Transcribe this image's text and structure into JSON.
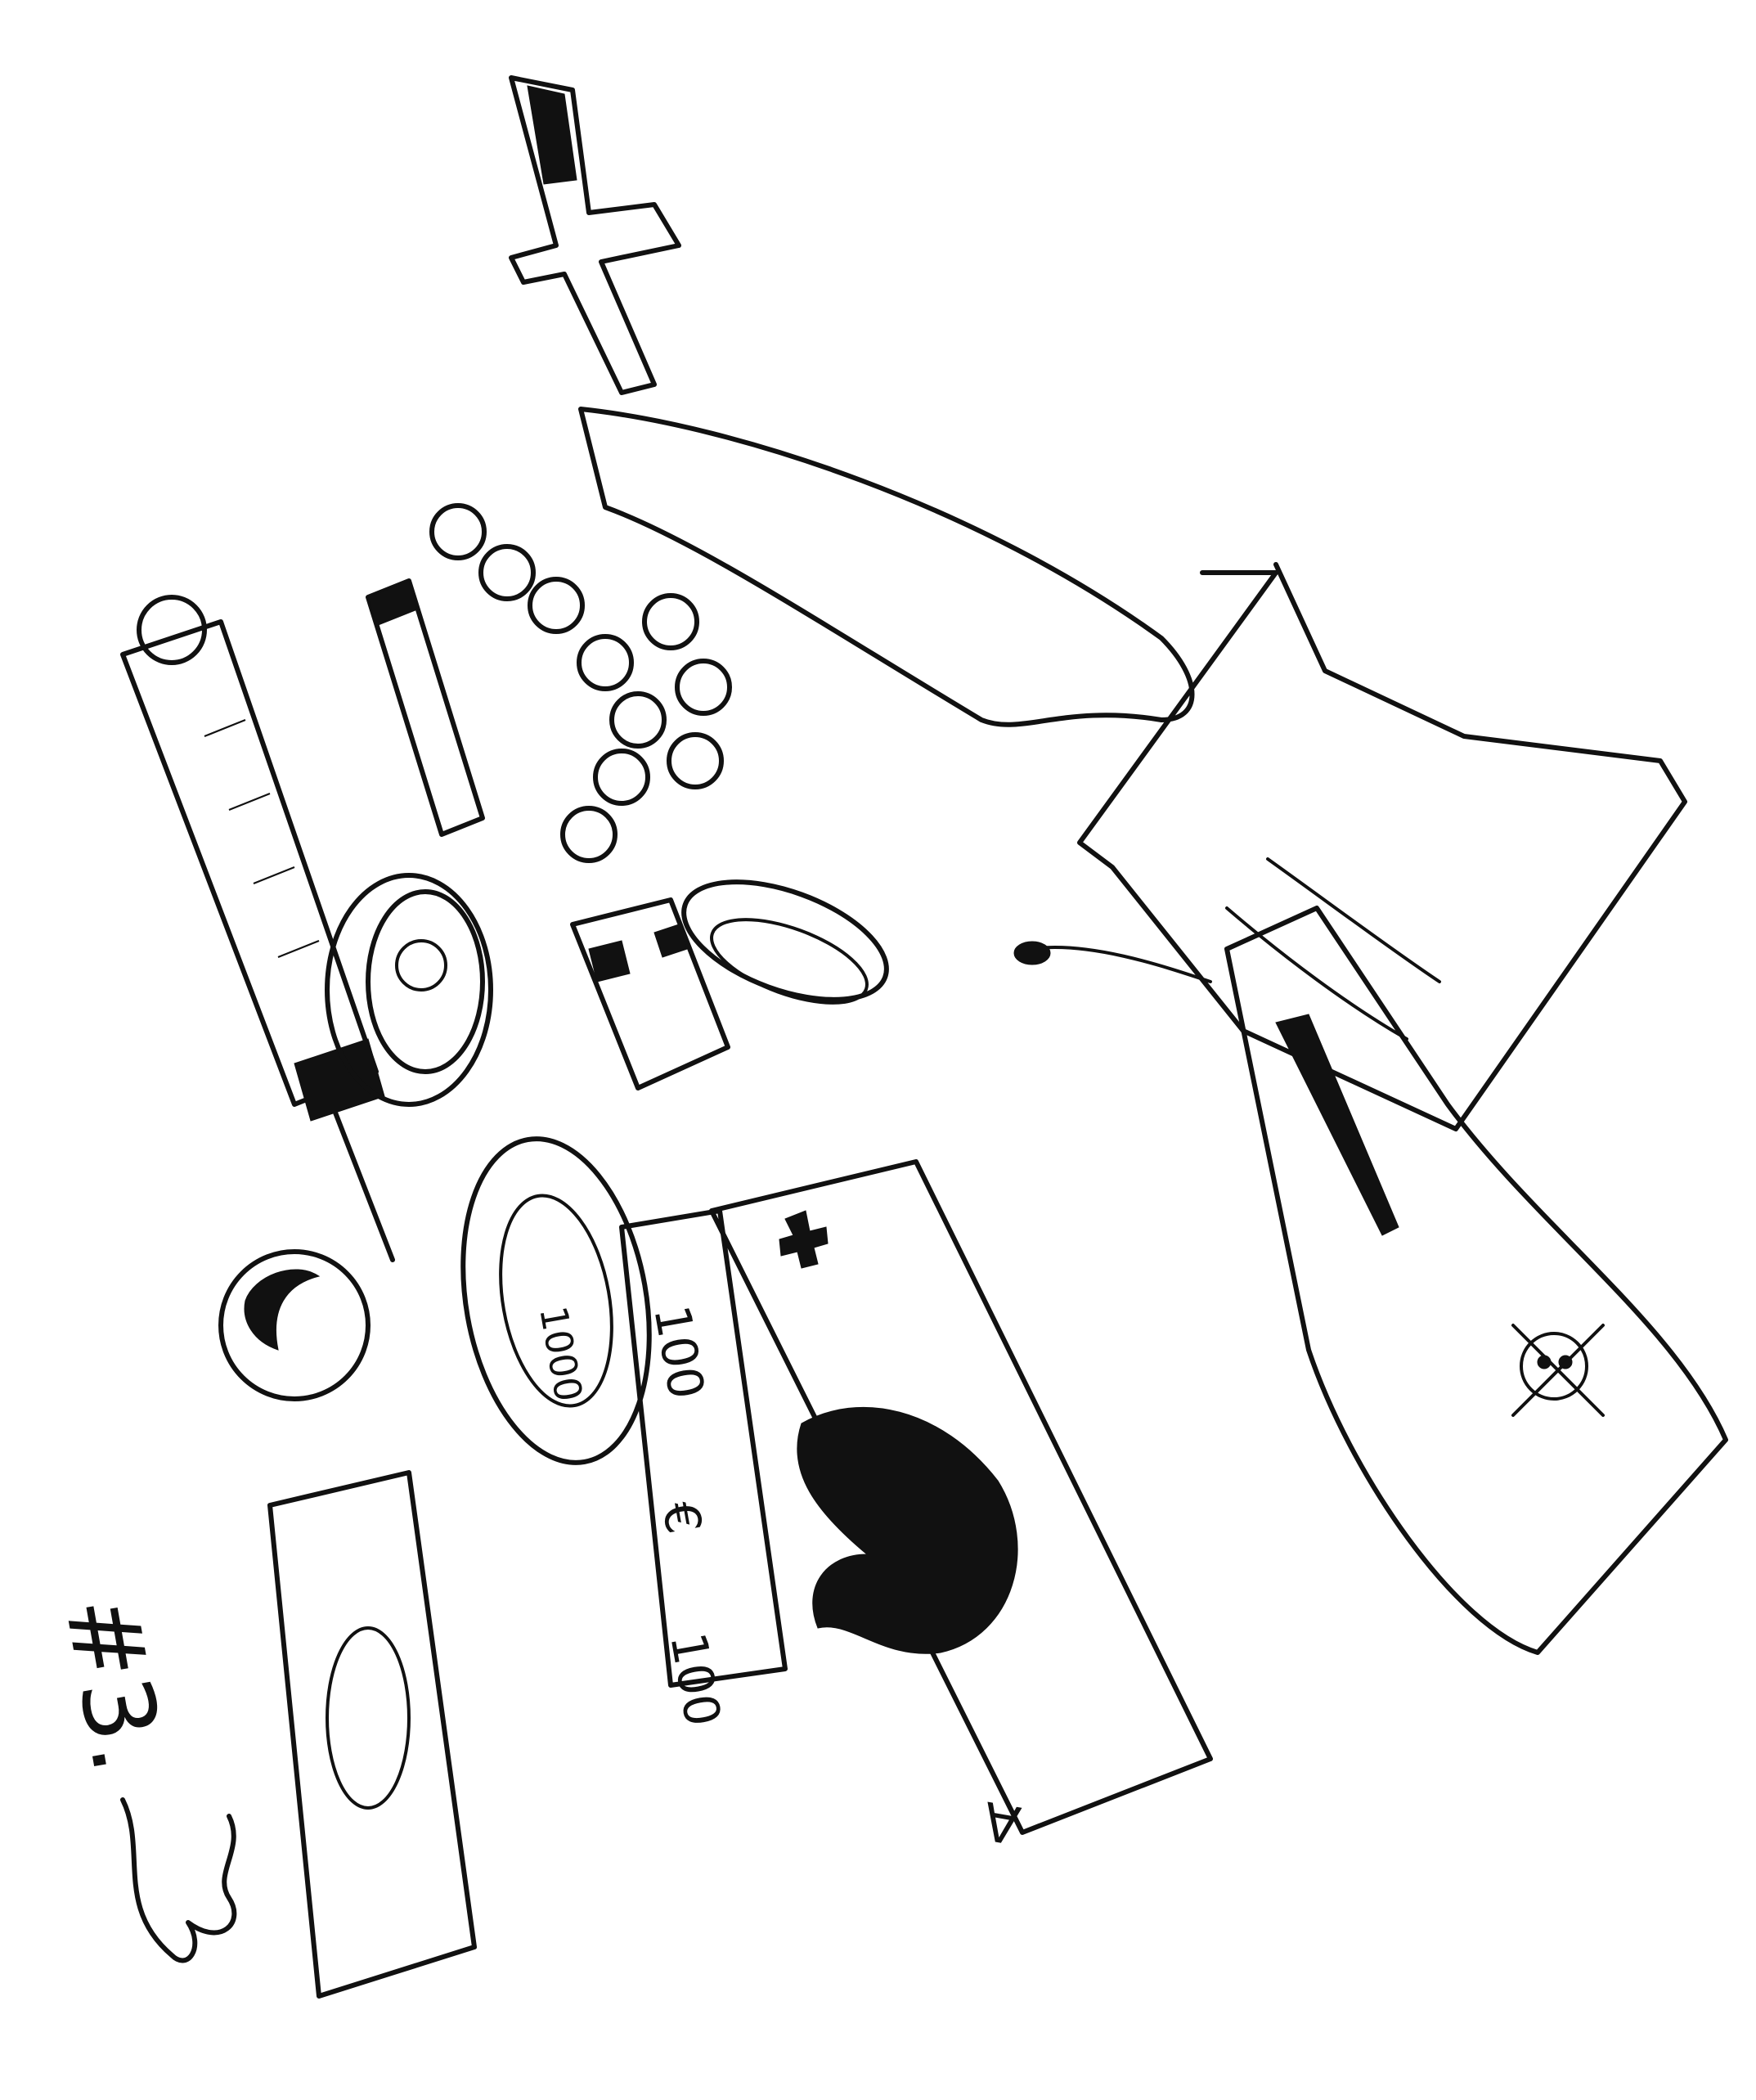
{
  "colors": {
    "paper": "#ffffff",
    "ink": "#111111"
  },
  "labels": {
    "number_mark": "#3.",
    "chip_value": "1000",
    "banknote_value": "100",
    "banknote_currency": "€",
    "card_rank": "A"
  }
}
